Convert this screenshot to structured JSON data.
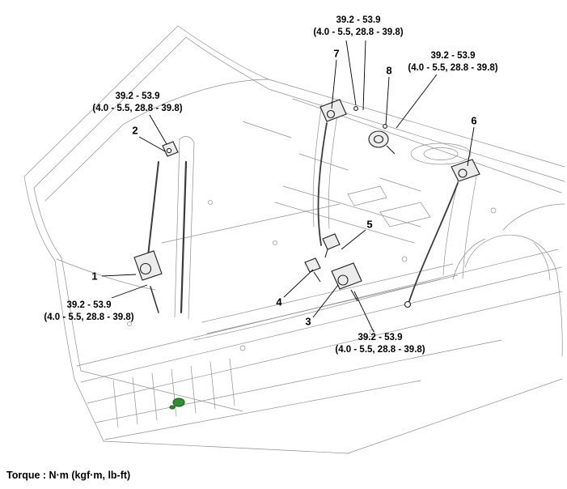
{
  "diagram": {
    "footer_note": "Torque : N·m (kgf·m, lb-ft)",
    "torque_labels": [
      {
        "position": "top-center",
        "value": "39.2 - 53.9",
        "detail": "(4.0 - 5.5, 28.8 - 39.8)"
      },
      {
        "position": "upper-right",
        "value": "39.2 - 53.9",
        "detail": "(4.0 - 5.5, 28.8 - 39.8)"
      },
      {
        "position": "upper-left",
        "value": "39.2 - 53.9",
        "detail": "(4.0 - 5.5, 28.8 - 39.8)"
      },
      {
        "position": "lower-left",
        "value": "39.2 - 53.9",
        "detail": "(4.0 - 5.5, 28.8 - 39.8)"
      },
      {
        "position": "lower-right",
        "value": "39.2 - 53.9",
        "detail": "(4.0 - 5.5, 28.8 - 39.8)"
      }
    ],
    "callouts": [
      {
        "number": "1"
      },
      {
        "number": "2"
      },
      {
        "number": "3"
      },
      {
        "number": "4"
      },
      {
        "number": "5"
      },
      {
        "number": "6"
      },
      {
        "number": "7"
      },
      {
        "number": "8"
      }
    ]
  }
}
